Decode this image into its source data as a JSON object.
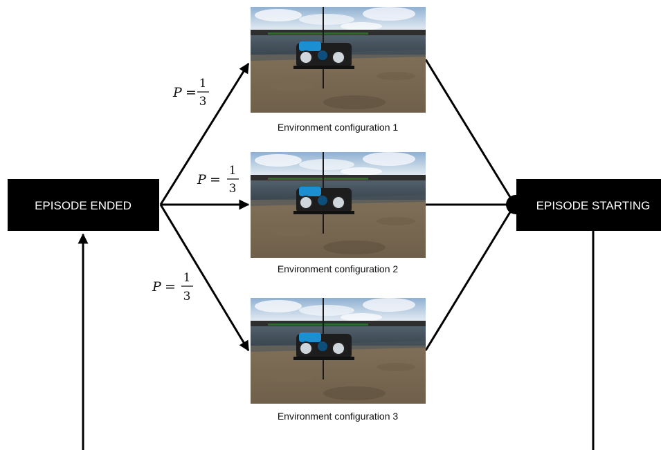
{
  "boxes": {
    "start": "EPISODE ENDED",
    "end": "EPISODE STARTING"
  },
  "configurations": [
    {
      "caption": "Environment configuration 1",
      "probability": {
        "var": "P",
        "eq": "=",
        "num": "1",
        "den": "3"
      }
    },
    {
      "caption": "Environment configuration 2",
      "probability": {
        "var": "P",
        "eq": "=",
        "num": "1",
        "den": "3"
      }
    },
    {
      "caption": "Environment configuration 3",
      "probability": {
        "var": "P",
        "eq": "=",
        "num": "1",
        "den": "3"
      }
    }
  ],
  "colors": {
    "box_fill": "#000000",
    "box_text": "#ffffff",
    "sky": "#9fb9d3",
    "wall": "#3f4c57",
    "floor": "#7d6c55",
    "robot_accent": "#1b8fd1"
  }
}
